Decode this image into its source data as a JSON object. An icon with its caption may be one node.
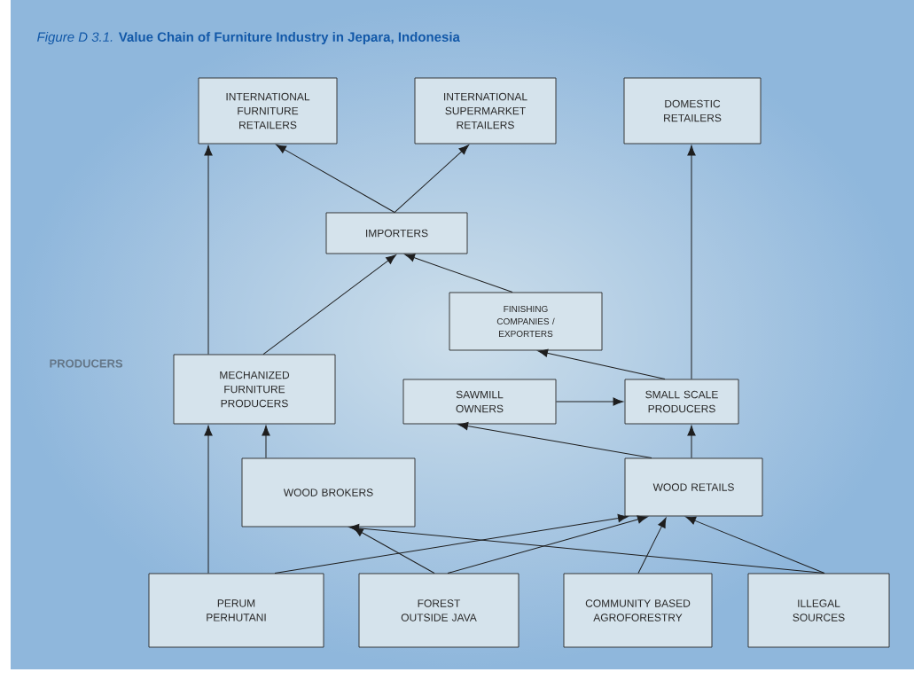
{
  "diagram": {
    "title": "*Figure D 3.1.* **Value Chain of Furniture Industry in Jepara, Indonesia**",
    "nodes": [
      {
        "text": [
          "INTERNATIONAL FURNITURE RETAILERS"
        ]
      },
      {
        "text": [
          "INTERNATIONAL SUPERMARKET RETAILERS"
        ]
      },
      {
        "text": [
          "DOMESTIC RETAILERS"
        ]
      },
      {
        "text": [
          "IMPORTERS"
        ]
      },
      {
        "text": [
          "FINISHING COMPANIES / EXPORTERS"
        ]
      },
      {
        "text": [
          "MECHANIZED FURNITURE PRODUCERS"
        ]
      },
      {
        "text": [
          "SAWMILL OWNERS"
        ]
      },
      {
        "text": [
          "SMALL SCALE PRODUCERS"
        ]
      },
      {
        "text": [
          "WOOD BROKERS"
        ]
      },
      {
        "text": [
          "WOOD RETAILS"
        ]
      },
      {
        "text": [
          "PERUM PERHUTANI"
        ]
      },
      {
        "text": [
          "FOREST OUTSIDE JAVA"
        ]
      },
      {
        "text": [
          "COMMUNITY BASED AGROFORESTRY"
        ]
      },
      {
        "text": [
          "ILLEGAL SOURCES"
        ]
      }
    ],
    "edges": [
      {
        "from": 5,
        "to": 0,
        "arrow": "to"
      },
      {
        "from": 3,
        "to": 0,
        "arrow": "to"
      },
      {
        "from": 3,
        "to": 1,
        "arrow": "to"
      },
      {
        "from": 7,
        "to": 2,
        "arrow": "to"
      },
      {
        "from": 5,
        "to": 3,
        "arrow": "to"
      },
      {
        "from": 4,
        "to": 3,
        "arrow": "to"
      },
      {
        "from": 7,
        "to": 4,
        "arrow": "to"
      },
      {
        "from": 6,
        "to": 7,
        "arrow": "to"
      },
      {
        "from": 9,
        "to": 6,
        "arrow": "to"
      },
      {
        "from": 9,
        "to": 7,
        "arrow": "to"
      },
      {
        "from": 8,
        "to": 5,
        "arrow": "to"
      },
      {
        "from": 10,
        "to": 5,
        "arrow": "to"
      },
      {
        "from": 10,
        "to": 9,
        "arrow": "to"
      },
      {
        "from": 11,
        "to": 8,
        "arrow": "to"
      },
      {
        "from": 11,
        "to": 9,
        "arrow": "to"
      },
      {
        "from": 12,
        "to": 9,
        "arrow": "to"
      },
      {
        "from": 13,
        "to": 8,
        "arrow": "to"
      },
      {
        "from": 13,
        "to": 9,
        "arrow": "to"
      }
    ],
    "labels": [
      "PRODUCERS"
    ]
  }
}
